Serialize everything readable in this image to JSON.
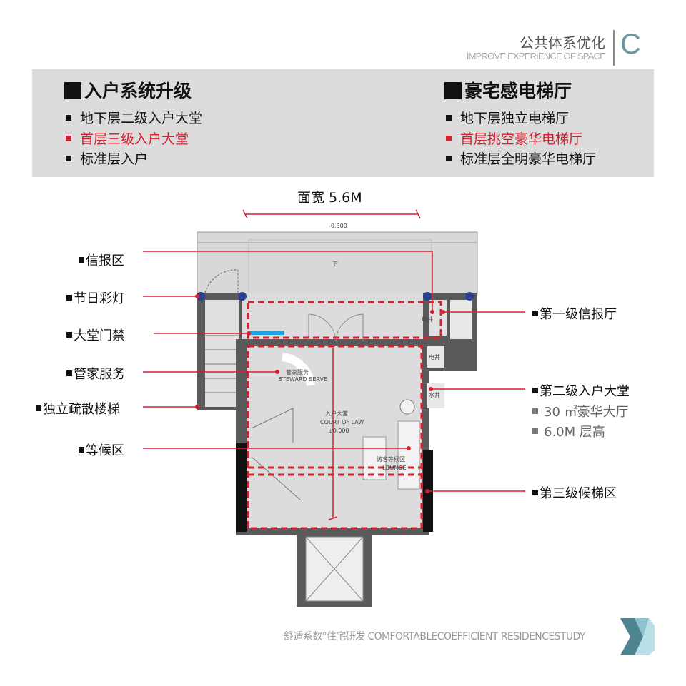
{
  "header": {
    "title_cn": "公共体系优化",
    "title_en": "IMPROVE EXPERIENCE OF SPACE",
    "section_letter": "C"
  },
  "left_panel": {
    "title": "入户系统升级",
    "items": [
      {
        "text": "地下层二级入户大堂",
        "highlight": false
      },
      {
        "text": "首层三级入户大堂",
        "highlight": true
      },
      {
        "text": "标准层入户",
        "highlight": false
      }
    ]
  },
  "right_panel": {
    "title": "豪宅感电梯厅",
    "items": [
      {
        "text": "地下层独立电梯厅",
        "highlight": false
      },
      {
        "text": "首层挑空豪华电梯厅",
        "highlight": true
      },
      {
        "text": "标准层全明豪华电梯厅",
        "highlight": false
      }
    ]
  },
  "plan": {
    "width_label": "面宽 5.6M",
    "elevation_top": "-0.300",
    "down_label": "下",
    "room_labels": {
      "well1": "电井",
      "well2": "电井",
      "water": "水井",
      "lobby_cn": "入户大堂",
      "lobby_en": "COURT OF LAW",
      "lobby_elev": "±0.000",
      "steward_cn": "管家服务",
      "steward_en": "STEWARD SERVE",
      "waiting_cn": "访客等候区",
      "waiting_en": "LOUNGE"
    }
  },
  "left_labels": [
    "信报区",
    "节日彩灯",
    "大堂门禁",
    "管家服务",
    "独立疏散楼梯",
    "等候区"
  ],
  "right_labels": {
    "first": "第一级信报厅",
    "second": "第二级入户大堂",
    "second_sub": [
      "30 ㎡豪华大厅",
      "6.0M 层高"
    ],
    "third": "第三级候梯区"
  },
  "footer": "舒适系数°住宅研发 COMFORTABLECOEFFICIENT RESIDENCESTUDY",
  "colors": {
    "accent_red": "#d62030",
    "teal": "#6b96a0",
    "panel_bg": "#dcdcdc",
    "light_blue": "#1ea0e0",
    "lamp_blue": "#2a3f8f"
  }
}
